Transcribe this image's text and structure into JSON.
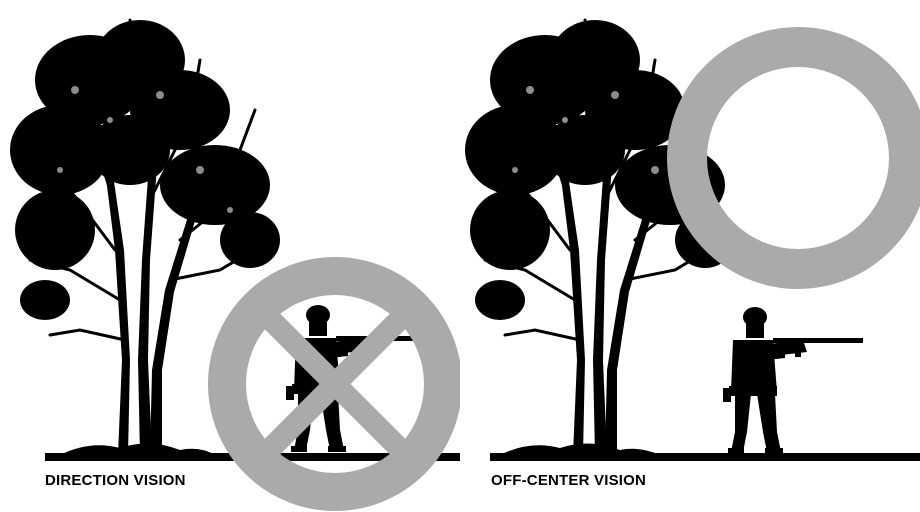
{
  "panels": [
    {
      "caption": "DIRECTION VISION",
      "symbol": "prohibition-circle"
    },
    {
      "caption": "OFF-CENTER VISION",
      "symbol": "ring"
    }
  ],
  "colors": {
    "silhouette": "#000000",
    "ring": "#aaaaaa",
    "background": "#ffffff"
  }
}
